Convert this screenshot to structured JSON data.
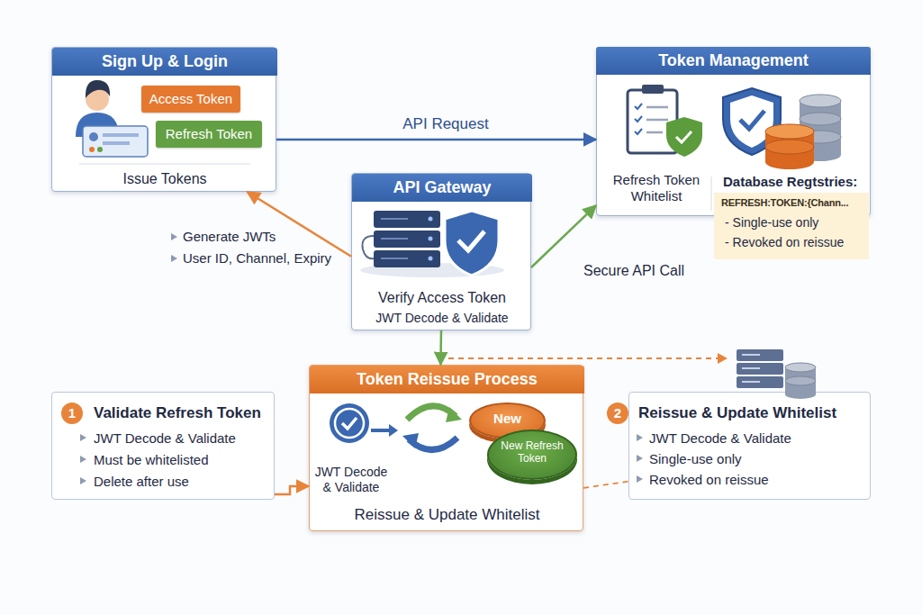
{
  "diagram": {
    "nodes": [
      {
        "text": [
          "Sign Up & Login",
          "Issue Tokens"
        ]
      },
      {
        "text": [
          "Access Token"
        ],
        "in": 0
      },
      {
        "text": [
          "Refresh Token"
        ],
        "in": 0
      },
      {
        "text": [
          "Token Management",
          "Refresh Token Whitelist"
        ]
      },
      {
        "text": [
          "Database Regtstries:",
          "REFRESH:TOKEN:{Chann...",
          "- Single-use only",
          "- Revoked on reissue"
        ],
        "in": 3
      },
      {
        "text": [
          "API Gateway",
          "Verify Access Token",
          "JWT Decode & Validate"
        ]
      },
      {
        "text": [
          "Token Reissue Process",
          "JWT Decode & Validate",
          "Reissue & Update Whitelist"
        ]
      },
      {
        "text": [
          "New"
        ],
        "in": 6
      },
      {
        "text": [
          "New Refresh Token"
        ],
        "in": 6
      },
      {
        "text": [
          "Validate Refresh Token",
          "JWT Decode & Validate",
          "Must be whitelisted",
          "Delete after use"
        ]
      },
      {
        "text": [
          "Reissue & Update Whitelist",
          "JWT Decode & Validate",
          "Single-use only",
          "Revoked on reissue"
        ]
      }
    ],
    "edges": [
      {
        "from": 0,
        "to": 3,
        "label": "API Request",
        "arrow": "to"
      },
      {
        "from": 5,
        "to": 0,
        "arrow": "to"
      },
      {
        "from": 5,
        "to": 3,
        "label": "Secure API Call",
        "arrow": "to"
      },
      {
        "from": 5,
        "to": 6,
        "arrow": "to"
      },
      {
        "from": 9,
        "to": 6,
        "arrow": "to"
      },
      {
        "from": 6,
        "to": 10,
        "arrow": "none"
      }
    ],
    "labels": [
      "Generate JWTs",
      "User ID, Channel, Expiry",
      "1",
      "2"
    ]
  }
}
